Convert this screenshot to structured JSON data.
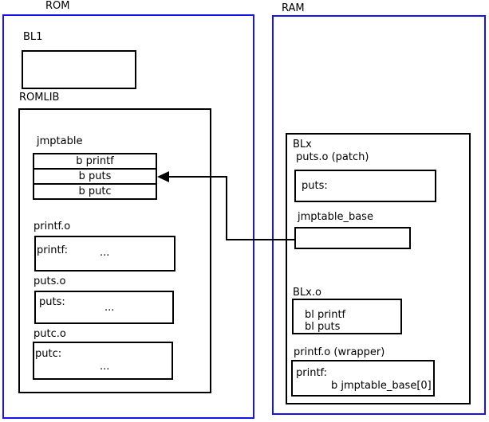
{
  "rom": {
    "title": "ROM",
    "bl1_label": "BL1",
    "romlib_label": "ROMLIB",
    "jmptable": {
      "label": "jmptable",
      "rows": [
        "b printf",
        "b puts",
        "b putc"
      ]
    },
    "objects": [
      {
        "label": "printf.o",
        "symbol": "printf:",
        "body": "..."
      },
      {
        "label": "puts.o",
        "symbol": "puts:",
        "body": "..."
      },
      {
        "label": "putc.o",
        "symbol": "putc:",
        "body": "..."
      }
    ]
  },
  "ram": {
    "title": "RAM",
    "blx_label": "BLx",
    "puts_patch": {
      "label": "puts.o (patch)",
      "symbol": "puts:"
    },
    "jmptable_base_label": "jmptable_base",
    "blx_o": {
      "label": "BLx.o",
      "lines": [
        "bl printf",
        "bl puts"
      ]
    },
    "printf_wrapper": {
      "label": "printf.o (wrapper)",
      "symbol": "printf:",
      "code": "b jmptable_base[0]"
    }
  },
  "connection": {
    "from": "jmptable_base",
    "to": "jmptable: b puts"
  },
  "colors": {
    "frame_blue": "#1515e6",
    "line_black": "#000000"
  }
}
